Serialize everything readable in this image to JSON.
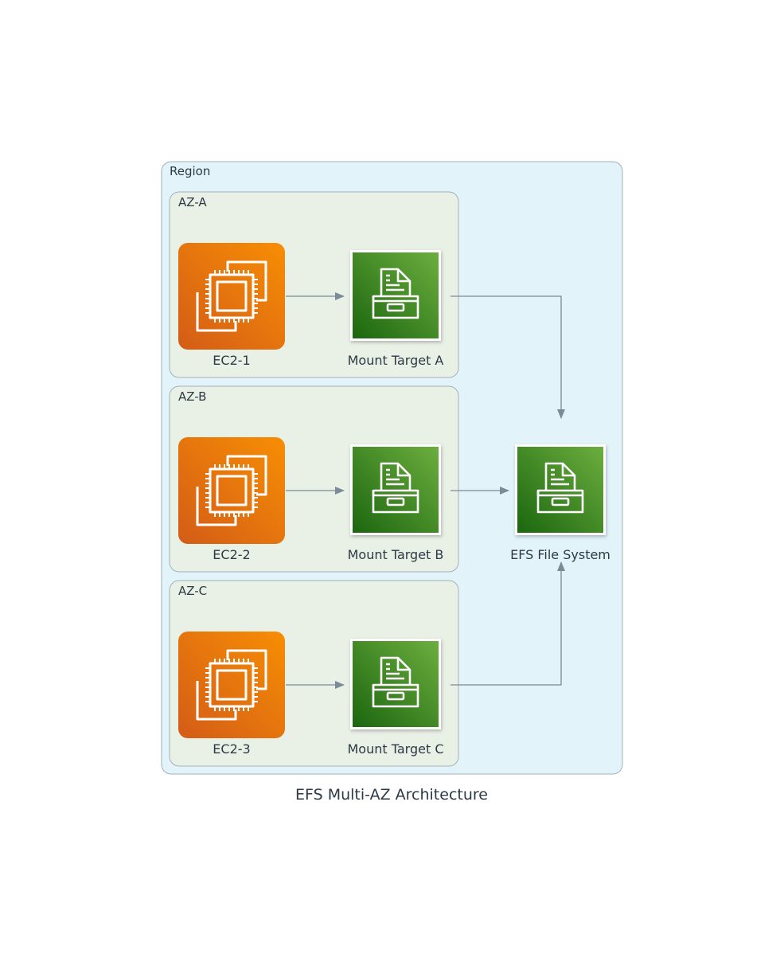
{
  "title": "EFS Multi-AZ Architecture",
  "region": {
    "label": "Region"
  },
  "zones": [
    {
      "label": "AZ-A",
      "ec2": "EC2-1",
      "mount": "Mount Target A"
    },
    {
      "label": "AZ-B",
      "ec2": "EC2-2",
      "mount": "Mount Target B"
    },
    {
      "label": "AZ-C",
      "ec2": "EC2-3",
      "mount": "Mount Target C"
    }
  ],
  "efs": {
    "label": "EFS File System"
  },
  "icons": {
    "ec2": "ec2-instance-icon",
    "efs": "file-storage-icon"
  },
  "colors": {
    "region_fill": "#e2f3fa",
    "az_fill": "#e9f0e6",
    "border": "#a3b0bb",
    "edge": "#7b8a96",
    "ec2_dark": "#d35c17",
    "ec2_light": "#f78e04",
    "storage_dark": "#1b660f",
    "storage_light": "#6cae3e"
  }
}
